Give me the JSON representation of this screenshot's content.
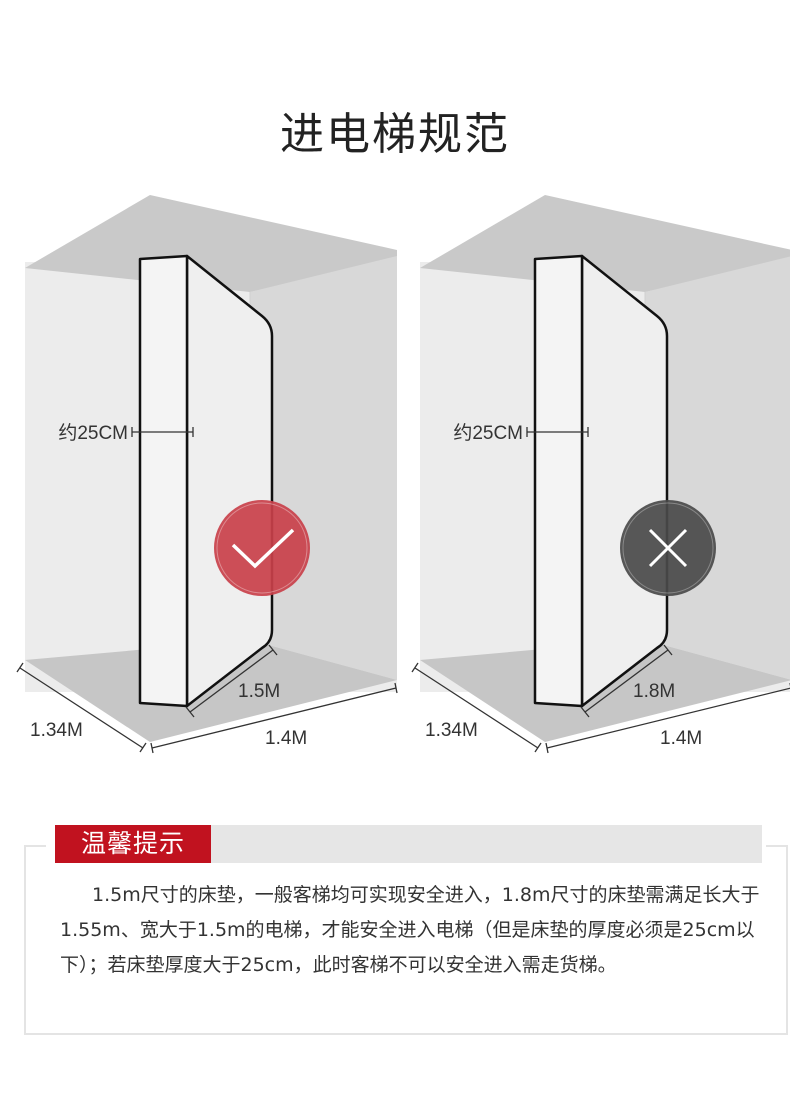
{
  "title": "进电梯规范",
  "panels": [
    {
      "thickness_label": "约25CM",
      "length_label": "1.5M",
      "depth_label": "1.34M",
      "width_label": "1.4M",
      "status": "check-icon",
      "status_color": "#c9404a"
    },
    {
      "thickness_label": "约25CM",
      "length_label": "1.8M",
      "depth_label": "1.34M",
      "width_label": "1.4M",
      "status": "x-icon",
      "status_color": "#4a4a4a"
    }
  ],
  "tip": {
    "heading": "温馨提示",
    "body": "1.5m尺寸的床垫，一般客梯均可实现安全进入，1.8m尺寸的床垫需满足长大于1.55m、宽大于1.5m的电梯，才能安全进入电梯（但是床垫的厚度必须是25cm以下）；若床垫厚度大于25cm，此时客梯不可以安全进入需走货梯。",
    "accent_color": "#c1121f"
  }
}
